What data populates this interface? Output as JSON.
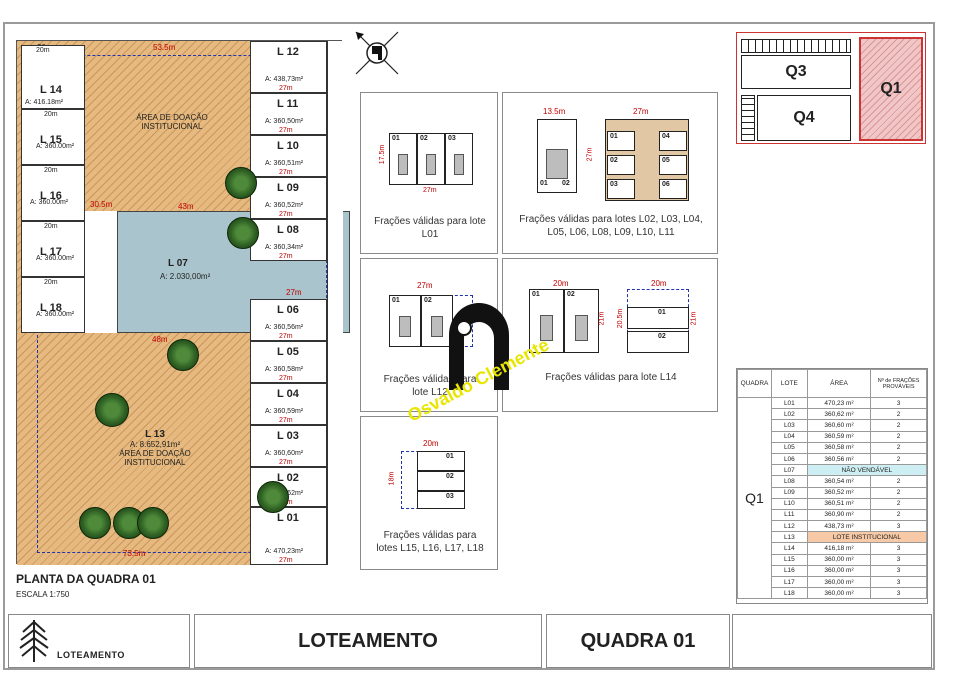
{
  "plan": {
    "title": "PLANTA DA QUADRA 01",
    "scale": "ESCALA 1:750",
    "donation_area_top": "ÁREA DE DOAÇÃO\nINSTITUCIONAL",
    "top_dims": [
      "20m",
      "53.5m",
      "27m"
    ],
    "bottom_dim": "73.5m",
    "left_lots": [
      {
        "name": "L 14",
        "area": "A: 416.18m²",
        "dim": "20m"
      },
      {
        "name": "L 15",
        "area": "A: 360.00m²",
        "dim": "20m"
      },
      {
        "name": "L 16",
        "area": "A: 360.00m²",
        "dim": "20m"
      },
      {
        "name": "L 17",
        "area": "A: 360.00m²",
        "dim": "20m"
      },
      {
        "name": "L 18",
        "area": "A: 360.00m²",
        "dim": "20m"
      }
    ],
    "right_lots": [
      {
        "name": "L 12",
        "area": "A: 438,73m²",
        "dim": "27m"
      },
      {
        "name": "L 11",
        "area": "A: 360,50m²",
        "dim": "27m"
      },
      {
        "name": "L 10",
        "area": "A: 360,51m²",
        "dim": "27m"
      },
      {
        "name": "L 09",
        "area": "A: 360,52m²",
        "dim": "27m"
      },
      {
        "name": "L 08",
        "area": "A: 360,34m²",
        "dim": "27m"
      },
      {
        "name": "L 06",
        "area": "A: 360,56m²",
        "dim": "27m"
      },
      {
        "name": "L 05",
        "area": "A: 360,58m²",
        "dim": "27m"
      },
      {
        "name": "L 04",
        "area": "A: 360,59m²",
        "dim": "27m"
      },
      {
        "name": "L 03",
        "area": "A: 360,60m²",
        "dim": "27m"
      },
      {
        "name": "L 02",
        "area": "A: 360,62m²",
        "dim": "27m"
      },
      {
        "name": "L 01",
        "area": "A: 470,23m²",
        "dim": "27m"
      }
    ],
    "l07": {
      "name": "L 07",
      "area": "A: 2.030,00m²",
      "dim_top": "43m",
      "dim_right": "27m",
      "dim_left": "30.5m"
    },
    "l13": {
      "name": "L 13",
      "area": "A: 8.652,91m²",
      "label": "ÁREA DE DOAÇÃO\nINSTITUCIONAL",
      "dim": "48m"
    }
  },
  "fractions": [
    {
      "caption": "Frações válidas para lote\nL01",
      "dims": [
        "17.5m",
        "27m"
      ],
      "labels": [
        "01",
        "02",
        "03"
      ]
    },
    {
      "caption": "Frações válidas para lotes L02, L03, L04,\nL05, L06, L08, L09, L10, L11",
      "dims": [
        "13.5m",
        "27m",
        "27m"
      ],
      "labels": [
        "01",
        "02",
        "01",
        "02",
        "03",
        "04",
        "05",
        "06"
      ]
    },
    {
      "caption": "Frações válidas para\nlote L12",
      "dims": [
        "27m"
      ],
      "labels": [
        "01",
        "02"
      ]
    },
    {
      "caption": "Frações válidas para lote L14",
      "dims": [
        "20m",
        "20m",
        "21m",
        "20.5m",
        "21m"
      ],
      "labels": [
        "01",
        "02",
        "01",
        "02"
      ]
    },
    {
      "caption": "Frações válidas para\nlotes L15, L16, L17, L18",
      "dims": [
        "20m",
        "18m"
      ],
      "labels": [
        "01",
        "02",
        "03"
      ]
    }
  ],
  "key_map": {
    "blocks": [
      "Q3",
      "Q1",
      "Q4"
    ]
  },
  "table": {
    "headers": [
      "QUADRA",
      "LOTE",
      "ÁREA",
      "Nº de FRAÇÕES PROVÁVEIS"
    ],
    "quadra": "Q1",
    "rows": [
      {
        "lote": "L01",
        "area": "470,23 m²",
        "frac": "3"
      },
      {
        "lote": "L02",
        "area": "360,62 m²",
        "frac": "2"
      },
      {
        "lote": "L03",
        "area": "360,60 m²",
        "frac": "2"
      },
      {
        "lote": "L04",
        "area": "360,59 m²",
        "frac": "2"
      },
      {
        "lote": "L05",
        "area": "360,58 m²",
        "frac": "2"
      },
      {
        "lote": "L06",
        "area": "360,56 m²",
        "frac": "2"
      },
      {
        "lote": "L07",
        "merged": "NÃO VENDÁVEL",
        "color": "#cdeef2"
      },
      {
        "lote": "L08",
        "area": "360,54 m²",
        "frac": "2"
      },
      {
        "lote": "L09",
        "area": "360,52 m²",
        "frac": "2"
      },
      {
        "lote": "L10",
        "area": "360,51 m²",
        "frac": "2"
      },
      {
        "lote": "L11",
        "area": "360,90 m²",
        "frac": "2"
      },
      {
        "lote": "L12",
        "area": "438,73 m²",
        "frac": "3"
      },
      {
        "lote": "L13",
        "merged": "LOTE INSTITUCIONAL",
        "color": "#f7c9a6"
      },
      {
        "lote": "L14",
        "area": "416,18 m²",
        "frac": "3"
      },
      {
        "lote": "L15",
        "area": "360,00 m²",
        "frac": "3"
      },
      {
        "lote": "L16",
        "area": "360,00 m²",
        "frac": "3"
      },
      {
        "lote": "L17",
        "area": "360,00 m²",
        "frac": "3"
      },
      {
        "lote": "L18",
        "area": "360,00 m²",
        "frac": "3"
      }
    ]
  },
  "watermark": "Osvaldo Clemente",
  "title_block": {
    "logo": "LOTEAMENTO",
    "project": "LOTEAMENTO",
    "block": "QUADRA 01"
  },
  "colors": {
    "hatch": "#e5b97f",
    "lot07": "#a9c4cc",
    "dimension": "#c00000",
    "dash": "#2233aa"
  }
}
